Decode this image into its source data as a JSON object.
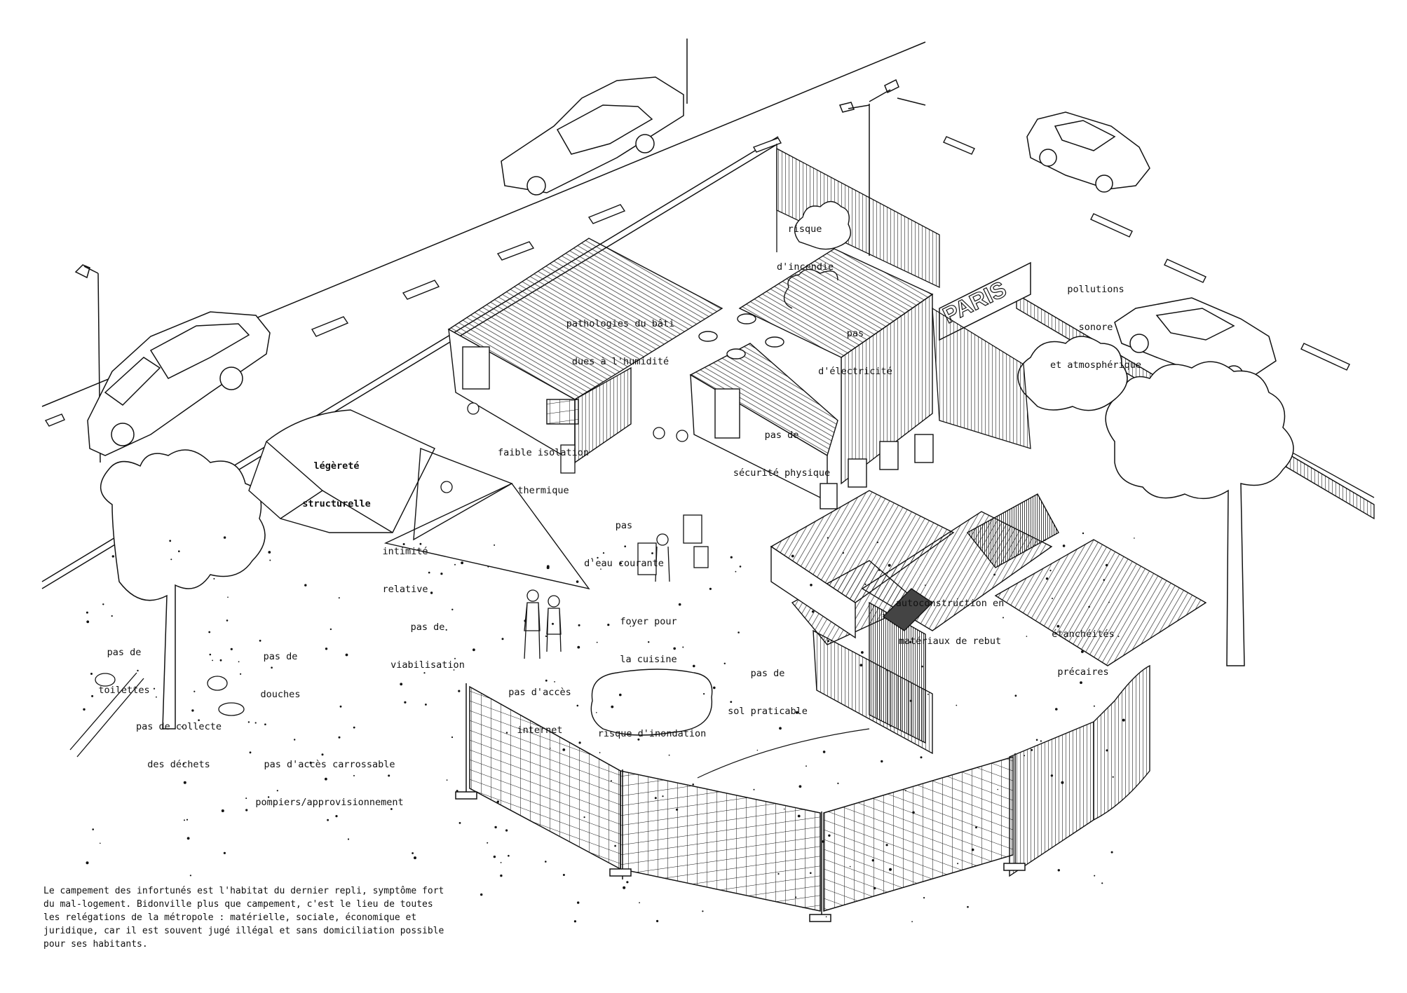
{
  "sign": {
    "text": "PARIS"
  },
  "labels": {
    "risque_incendie": [
      "risque",
      "d'incendie"
    ],
    "pathologies": [
      "pathologies du bâti",
      "dues à l'humidité"
    ],
    "electricite": [
      "pas",
      "d'électricité"
    ],
    "pollutions": [
      "pollutions",
      "sonore",
      "et atmosphérique"
    ],
    "isolation": [
      "faible isolation",
      "thermique"
    ],
    "securite": [
      "pas de",
      "sécurité physique"
    ],
    "legerete": [
      "légèreté",
      "structurelle"
    ],
    "eau": [
      "pas",
      "d'eau courante"
    ],
    "intimite": [
      "intimité",
      "relative"
    ],
    "autoconstruction": [
      "autoconstruction en",
      "matériaux de rebut"
    ],
    "etancheites": [
      "étanchéités",
      "précaires"
    ],
    "viabilisation": [
      "pas de",
      "viabilisation"
    ],
    "foyer": [
      "foyer pour",
      "la cuisine"
    ],
    "toilettes": [
      "pas de",
      "toilettes"
    ],
    "douches": [
      "pas de",
      "douches"
    ],
    "sol": [
      "pas de",
      "sol praticable"
    ],
    "internet": [
      "pas d'accès",
      "internet"
    ],
    "collecte": [
      "pas de collecte",
      "des déchets"
    ],
    "inondation": [
      "risque d'inondation"
    ],
    "carrossable": [
      "pas d'accès carrossable",
      "pompiers/approvisionnement"
    ]
  },
  "caption": [
    "Le campement des infortunés est l'habitat du dernier repli, symptôme fort",
    "du mal-logement. Bidonville plus que campement, c'est le lieu de toutes",
    "les relégations de la métropole : matérielle, sociale, économique et",
    "juridique, car il est souvent jugé illégal et sans domiciliation possible",
    "pour ses habitants."
  ]
}
